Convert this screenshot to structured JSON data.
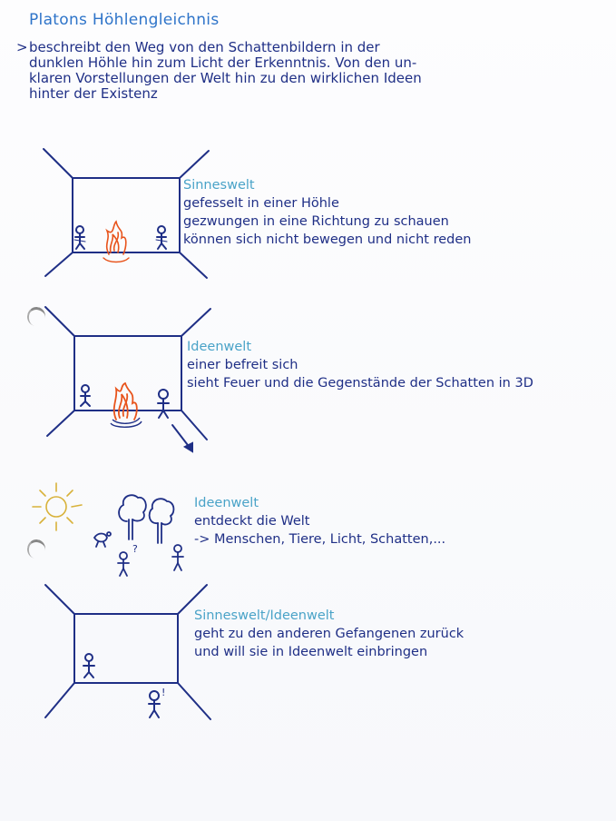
{
  "title": "Platons Höhlengleichnis",
  "intro": {
    "bullet": ">",
    "lines": [
      "beschreibt den Weg von den Schattenbildern in der",
      "dunklen Höhle hin zum Licht der Erkenntnis. Von den un-",
      "klaren Vorstellungen der Welt hin zu den wirklichen Ideen",
      "hinter der Existenz"
    ]
  },
  "sections": [
    {
      "heading": "Sinneswelt",
      "lines": [
        "gefesselt in einer Höhle",
        "gezwungen in eine Richtung zu schauen",
        "können sich nicht bewegen und nicht reden"
      ]
    },
    {
      "heading": "Ideenwelt",
      "lines": [
        "einer befreit sich",
        "sieht Feuer und die Gegenstände der Schatten in 3D"
      ]
    },
    {
      "heading": "Ideenwelt",
      "lines": [
        "entdeckt die Welt",
        "-> Menschen, Tiere, Licht, Schatten,..."
      ]
    },
    {
      "heading": "Sinneswelt/Ideenwelt",
      "lines": [
        "geht zu den anderen Gefangenen zurück",
        "und will sie in Ideenwelt einbringen"
      ]
    }
  ],
  "colors": {
    "ink": "#1f2f86",
    "heading": "#4aa3c8",
    "title": "#2e74c9",
    "fire": "#e8541c",
    "sun": "#d8b23a"
  },
  "annotations": {
    "question_mark": "?",
    "exclamation_mark": "!"
  }
}
